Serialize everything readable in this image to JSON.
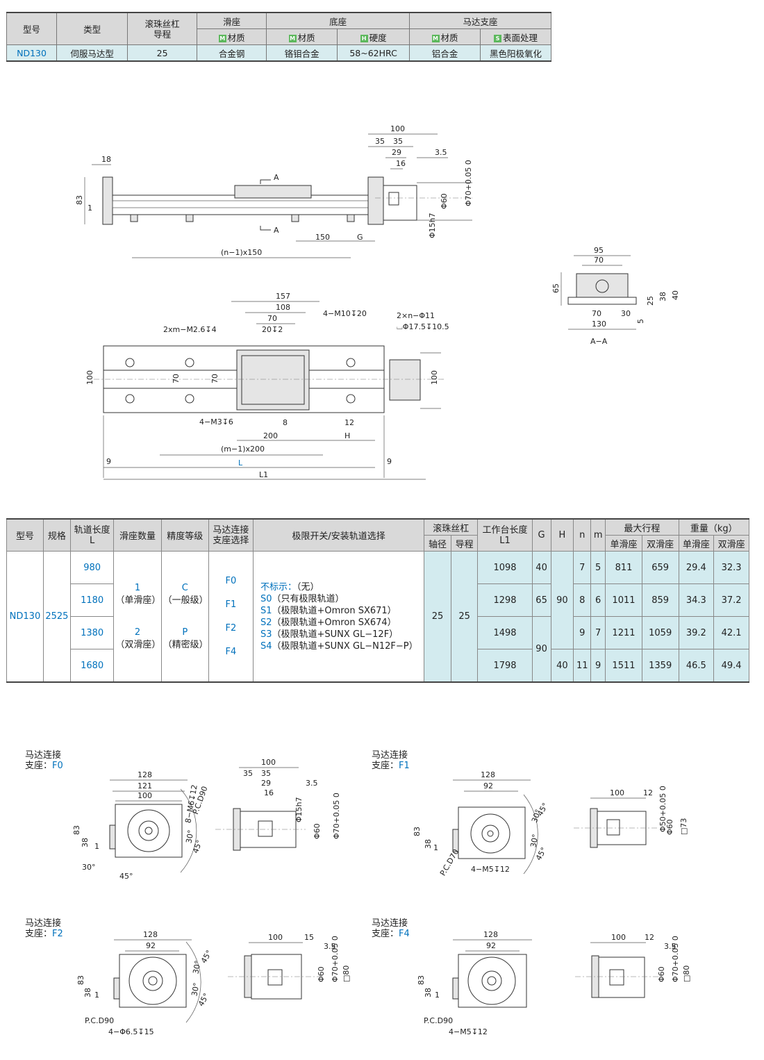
{
  "spec_table": {
    "headers": {
      "model": "型号",
      "type": "类型",
      "screw": "滚珠丝杠\n导程",
      "slider": "滑座",
      "slider_material": "材质",
      "base": "底座",
      "base_material": "材质",
      "base_hardness": "硬度",
      "motor_mount": "马达支座",
      "motor_material": "材质",
      "motor_surface": "表面处理"
    },
    "badges": {
      "m": "M",
      "h": "H",
      "s": "S"
    },
    "row": {
      "model": "ND130",
      "type": "伺服马达型",
      "lead": "25",
      "slider_material": "合金钢",
      "base_material": "铬钼合金",
      "base_hardness": "58~62HRC",
      "motor_material": "铝合金",
      "motor_surface": "黑色阳极氧化"
    }
  },
  "top_drawing": {
    "dims": [
      "100",
      "35",
      "35",
      "29",
      "16",
      "3.5",
      "18",
      "83",
      "1",
      "A",
      "A",
      "150",
      "G",
      "(n−1)x150",
      "Φ60",
      "Φ70+0.05 0",
      "Φ15h7"
    ]
  },
  "section_aa": {
    "dims": [
      "95",
      "70",
      "65",
      "25",
      "38",
      "40",
      "70",
      "30",
      "5",
      "130"
    ],
    "label": "A−A"
  },
  "plan_drawing": {
    "dims": [
      "157",
      "108",
      "70",
      "20↧2",
      "4−M10↧20",
      "2×n−Φ11",
      "⌴Φ17.5↧10.5",
      "2xm−M2.6↧4",
      "100",
      "70",
      "70",
      "100",
      "4−M3↧6",
      "8",
      "12",
      "200",
      "H",
      "(m−1)x200",
      "9",
      "L",
      "9",
      "L1"
    ]
  },
  "main_table": {
    "headers": {
      "model": "型号",
      "spec": "规格",
      "rail_length": "轨道长度\nL",
      "slider_count": "滑座数量",
      "precision": "精度等级",
      "motor_mount": "马达连接\n支座选择",
      "limit": "极限开关/安装轨道选择",
      "ball_screw": "滚珠丝杠",
      "shaft_dia": "轴径",
      "lead": "导程",
      "table_length": "工作台长度\nL1",
      "g": "G",
      "h": "H",
      "n": "n",
      "m": "m",
      "max_stroke": "最大行程",
      "single": "单滑座",
      "double": "双滑座",
      "weight": "重量（kg）",
      "w_single": "单滑座",
      "w_double": "双滑座"
    },
    "model": "ND130",
    "spec": "2525",
    "slider_options": [
      "1",
      "（单滑座）",
      "2",
      "（双滑座）"
    ],
    "precision_options": [
      "C",
      "（一般级）",
      "P",
      "（精密级）"
    ],
    "mount_options": [
      "F0",
      "F1",
      "F2",
      "F4"
    ],
    "limit_options": [
      {
        "code": "不标示：",
        "text": "（无）"
      },
      {
        "code": "S0",
        "text": "（只有极限轨道）"
      },
      {
        "code": "S1",
        "text": "（极限轨道+Omron SX671）"
      },
      {
        "code": "S2",
        "text": "（极限轨道+Omron SX674）"
      },
      {
        "code": "S3",
        "text": "（极限轨道+SUNX GL−12F）"
      },
      {
        "code": "S4",
        "text": "（极限轨道+SUNX GL−N12F−P）"
      }
    ],
    "shaft_dia": "25",
    "lead": "25",
    "h_merged_top": "90",
    "g_merged_bottom": "90",
    "rows": [
      {
        "L": "980",
        "L1": "1098",
        "G": "40",
        "H": "",
        "n": "7",
        "m": "5",
        "s1": "811",
        "s2": "659",
        "w1": "29.4",
        "w2": "32.3"
      },
      {
        "L": "1180",
        "L1": "1298",
        "G": "65",
        "H": "",
        "n": "8",
        "m": "6",
        "s1": "1011",
        "s2": "859",
        "w1": "34.3",
        "w2": "37.2"
      },
      {
        "L": "1380",
        "L1": "1498",
        "G": "",
        "H": "",
        "n": "9",
        "m": "7",
        "s1": "1211",
        "s2": "1059",
        "w1": "39.2",
        "w2": "42.1"
      },
      {
        "L": "1680",
        "L1": "1798",
        "G": "",
        "H": "40",
        "n": "11",
        "m": "9",
        "s1": "1511",
        "s2": "1359",
        "w1": "46.5",
        "w2": "49.4"
      }
    ]
  },
  "mounts": {
    "f0": {
      "title": "马达连接",
      "sub": "支座：",
      "code": "F0",
      "dims": [
        "128",
        "121",
        "100",
        "83",
        "38",
        "1",
        "P.C.D90",
        "8−M6↧12",
        "30°",
        "45°",
        "30°",
        "45°",
        "100",
        "35",
        "35",
        "29",
        "16",
        "3.5",
        "Φ15h7",
        "Φ60",
        "Φ70+0.05 0"
      ]
    },
    "f1": {
      "title": "马达连接",
      "sub": "支座：",
      "code": "F1",
      "dims": [
        "128",
        "92",
        "83",
        "38",
        "1",
        "P.C.D70",
        "4−M5↧12",
        "30°",
        "45°",
        "30°",
        "45°",
        "100",
        "12",
        "Φ50+0.05 0",
        "Φ60",
        "□73"
      ]
    },
    "f2": {
      "title": "马达连接",
      "sub": "支座：",
      "code": "F2",
      "dims": [
        "128",
        "92",
        "83",
        "38",
        "1",
        "P.C.D90",
        "4−Φ6.5↧15",
        "30°",
        "45°",
        "30°",
        "45°",
        "100",
        "15",
        "3.5",
        "Φ60",
        "Φ70+0.05 0",
        "□80"
      ]
    },
    "f4": {
      "title": "马达连接",
      "sub": "支座：",
      "code": "F4",
      "dims": [
        "128",
        "92",
        "83",
        "38",
        "1",
        "P.C.D90",
        "4−M5↧12",
        "100",
        "12",
        "3.5",
        "Φ60",
        "Φ70+0.05 0",
        "□80"
      ]
    }
  }
}
